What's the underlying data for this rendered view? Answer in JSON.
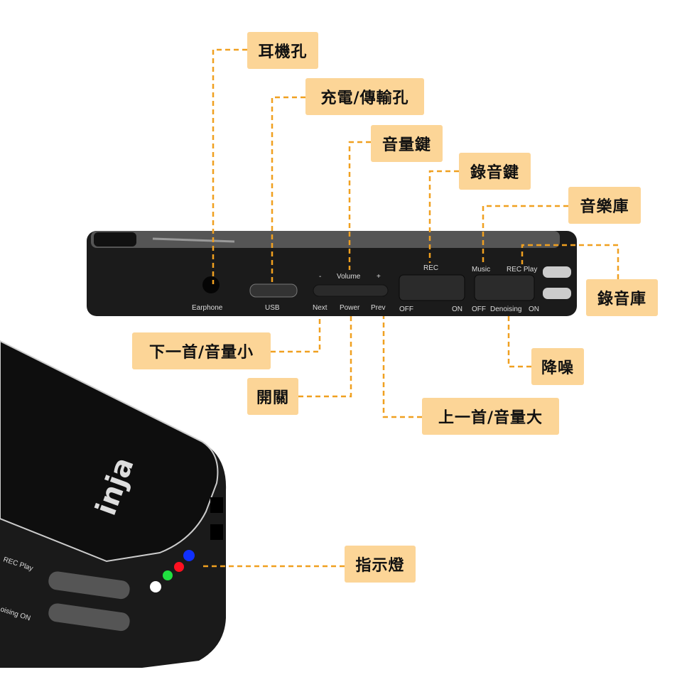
{
  "device_labels": {
    "earphone": "Earphone",
    "usb": "USB",
    "volume": "Volume",
    "minus": "-",
    "plus": "+",
    "next": "Next",
    "power": "Power",
    "prev": "Prev",
    "rec": "REC",
    "off1": "OFF",
    "on1": "ON",
    "music": "Music",
    "rec_play": "REC Play",
    "off2": "OFF",
    "denoising": "Denoising",
    "on2": "ON",
    "side_rec_play": "REC Play",
    "side_denoising": "oising  ON",
    "logo": "inja"
  },
  "callouts": {
    "earphone_jack": "耳機孔",
    "charge_port": "充電/傳輸孔",
    "volume_key": "音量鍵",
    "record_key": "錄音鍵",
    "music_library": "音樂庫",
    "record_library": "錄音庫",
    "next_vol_down": "下一首/音量小",
    "power_switch": "開關",
    "prev_vol_up": "上一首/音量大",
    "denoise": "降噪",
    "indicator": "指示燈"
  },
  "colors": {
    "callout_bg": "#fcd597",
    "leader": "#f0a020",
    "led_blue": "#1030ff",
    "led_red": "#ff1020",
    "led_green": "#20e040",
    "led_white": "#ffffff"
  }
}
